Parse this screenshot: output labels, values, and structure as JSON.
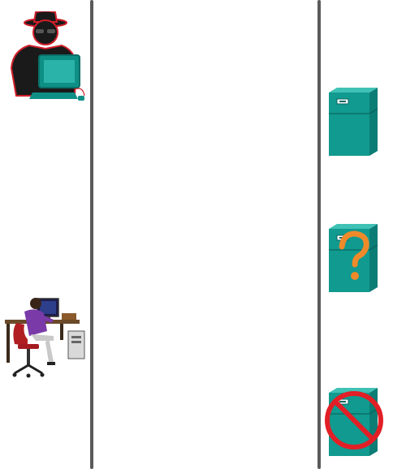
{
  "diagram": {
    "actors": [
      {
        "name": "attacker",
        "icon": "hacker-at-computer-icon"
      },
      {
        "name": "legitimate-user",
        "icon": "user-at-desk-workstation-icon"
      }
    ],
    "servers": [
      {
        "name": "server",
        "icon": "server-tower-icon"
      },
      {
        "name": "server-questioned",
        "icon": "server-question-mark-icon",
        "overlay": "?"
      },
      {
        "name": "server-unavailable",
        "icon": "server-prohibited-icon"
      }
    ],
    "colors": {
      "lifeline": "#5a5a5a",
      "server_teal": "#119a8f",
      "question_orange": "#ef8a2a",
      "prohibit_red": "#e21f26"
    }
  }
}
